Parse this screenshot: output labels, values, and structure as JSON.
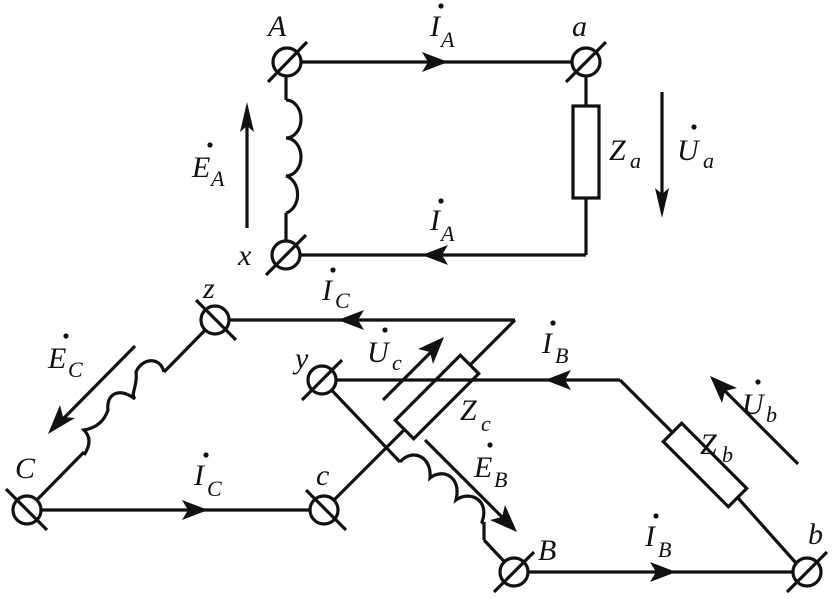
{
  "diagram": {
    "title": "Three-phase delta-delta circuit",
    "colors": {
      "line": "#111111",
      "background": "#ffffff"
    },
    "terminals": {
      "A": "A",
      "a": "a",
      "x": "x",
      "z": "z",
      "C": "C",
      "c": "c",
      "y": "y",
      "B": "B",
      "b": "b"
    },
    "labels": {
      "I_A_top": {
        "main": "I",
        "sub": "A",
        "dot": true
      },
      "I_A_bottom": {
        "main": "I",
        "sub": "A",
        "dot": true
      },
      "E_A": {
        "main": "E",
        "sub": "A",
        "dot": true
      },
      "Z_a": {
        "main": "Z",
        "sub": "a"
      },
      "U_a": {
        "main": "U",
        "sub": "a",
        "dot": true
      },
      "I_C_top": {
        "main": "I",
        "sub": "C",
        "dot": true
      },
      "I_C_bottom": {
        "main": "I",
        "sub": "C",
        "dot": true
      },
      "E_C": {
        "main": "E",
        "sub": "C",
        "dot": true
      },
      "U_c": {
        "main": "U",
        "sub": "c",
        "dot": true
      },
      "Z_c": {
        "main": "Z",
        "sub": "c"
      },
      "E_B": {
        "main": "E",
        "sub": "B",
        "dot": true
      },
      "I_B_top": {
        "main": "I",
        "sub": "B",
        "dot": true
      },
      "I_B_bottom": {
        "main": "I",
        "sub": "B",
        "dot": true
      },
      "U_b": {
        "main": "U",
        "sub": "b",
        "dot": true
      },
      "Z_b": {
        "main": "Z",
        "sub": "b"
      }
    }
  }
}
